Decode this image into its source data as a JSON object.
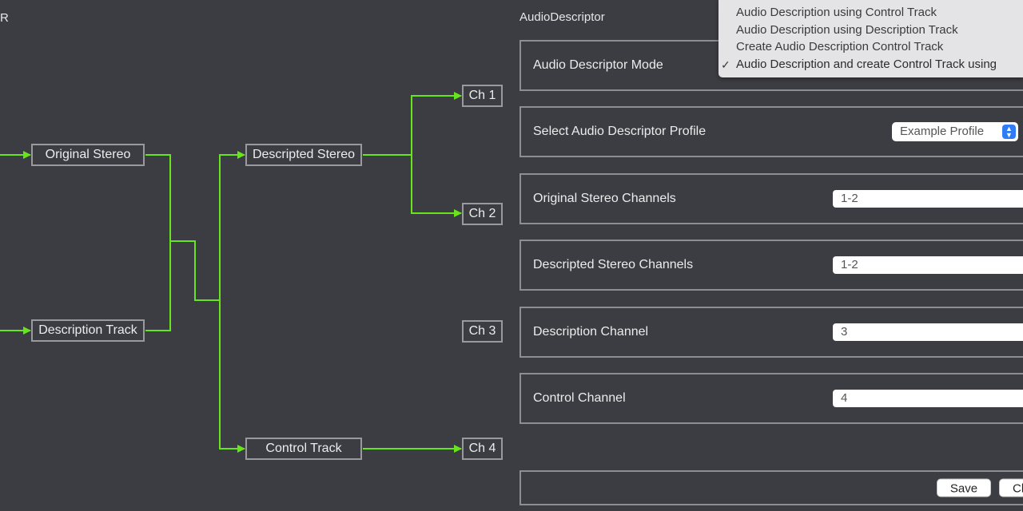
{
  "left_edge_text": "R",
  "panel_title": "AudioDescriptor",
  "diagram": {
    "nodes": {
      "original_stereo": "Original Stereo",
      "description_track": "Description Track",
      "descripted_stereo": "Descripted Stereo",
      "control_track": "Control Track",
      "ch1": "Ch 1",
      "ch2": "Ch 2",
      "ch3": "Ch 3",
      "ch4": "Ch 4"
    },
    "line_color": "#66e61a"
  },
  "form": {
    "mode": {
      "label": "Audio Descriptor Mode",
      "options": [
        "Audio Description using Control Track",
        "Audio Description using Description Track",
        "Create Audio Description Control Track",
        "Audio Description and create Control Track using"
      ],
      "check_glyph": "✓"
    },
    "profile": {
      "label": "Select Audio Descriptor Profile",
      "value": "Example Profile"
    },
    "original_stereo_channels": {
      "label": "Original Stereo Channels",
      "value": "1-2"
    },
    "descripted_stereo_channels": {
      "label": "Descripted Stereo Channels",
      "value": "1-2"
    },
    "description_channel": {
      "label": "Description Channel",
      "value": "3"
    },
    "control_channel": {
      "label": "Control Channel",
      "value": "4"
    },
    "buttons": {
      "save": "Save",
      "close": "Cl"
    }
  },
  "colors": {
    "background": "#3c3d42",
    "accent_select": "#2f7cf6"
  }
}
